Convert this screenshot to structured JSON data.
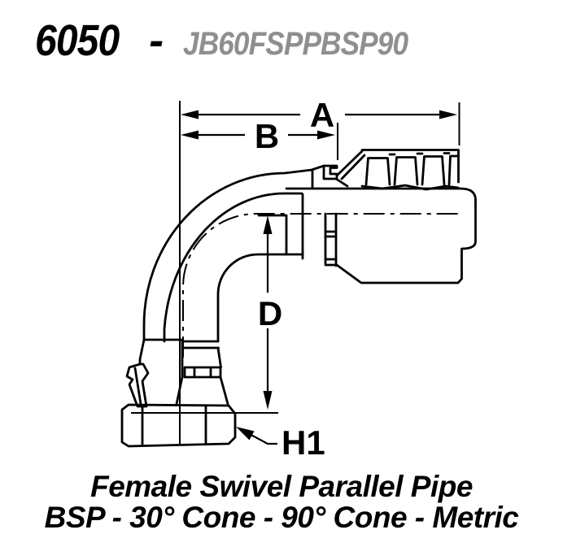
{
  "title": {
    "code": "6050",
    "separator": "-",
    "part_number": "JB60FSPPBSP90"
  },
  "dimensions": {
    "a": "A",
    "b": "B",
    "d": "D",
    "h1": "H1"
  },
  "caption": {
    "line1": "Female Swivel Parallel Pipe",
    "line2": "BSP - 30° Cone - 90° Cone - Metric"
  },
  "colors": {
    "ink": "#000000",
    "part_number_gray": "#8f8f8f",
    "background": "#ffffff"
  }
}
